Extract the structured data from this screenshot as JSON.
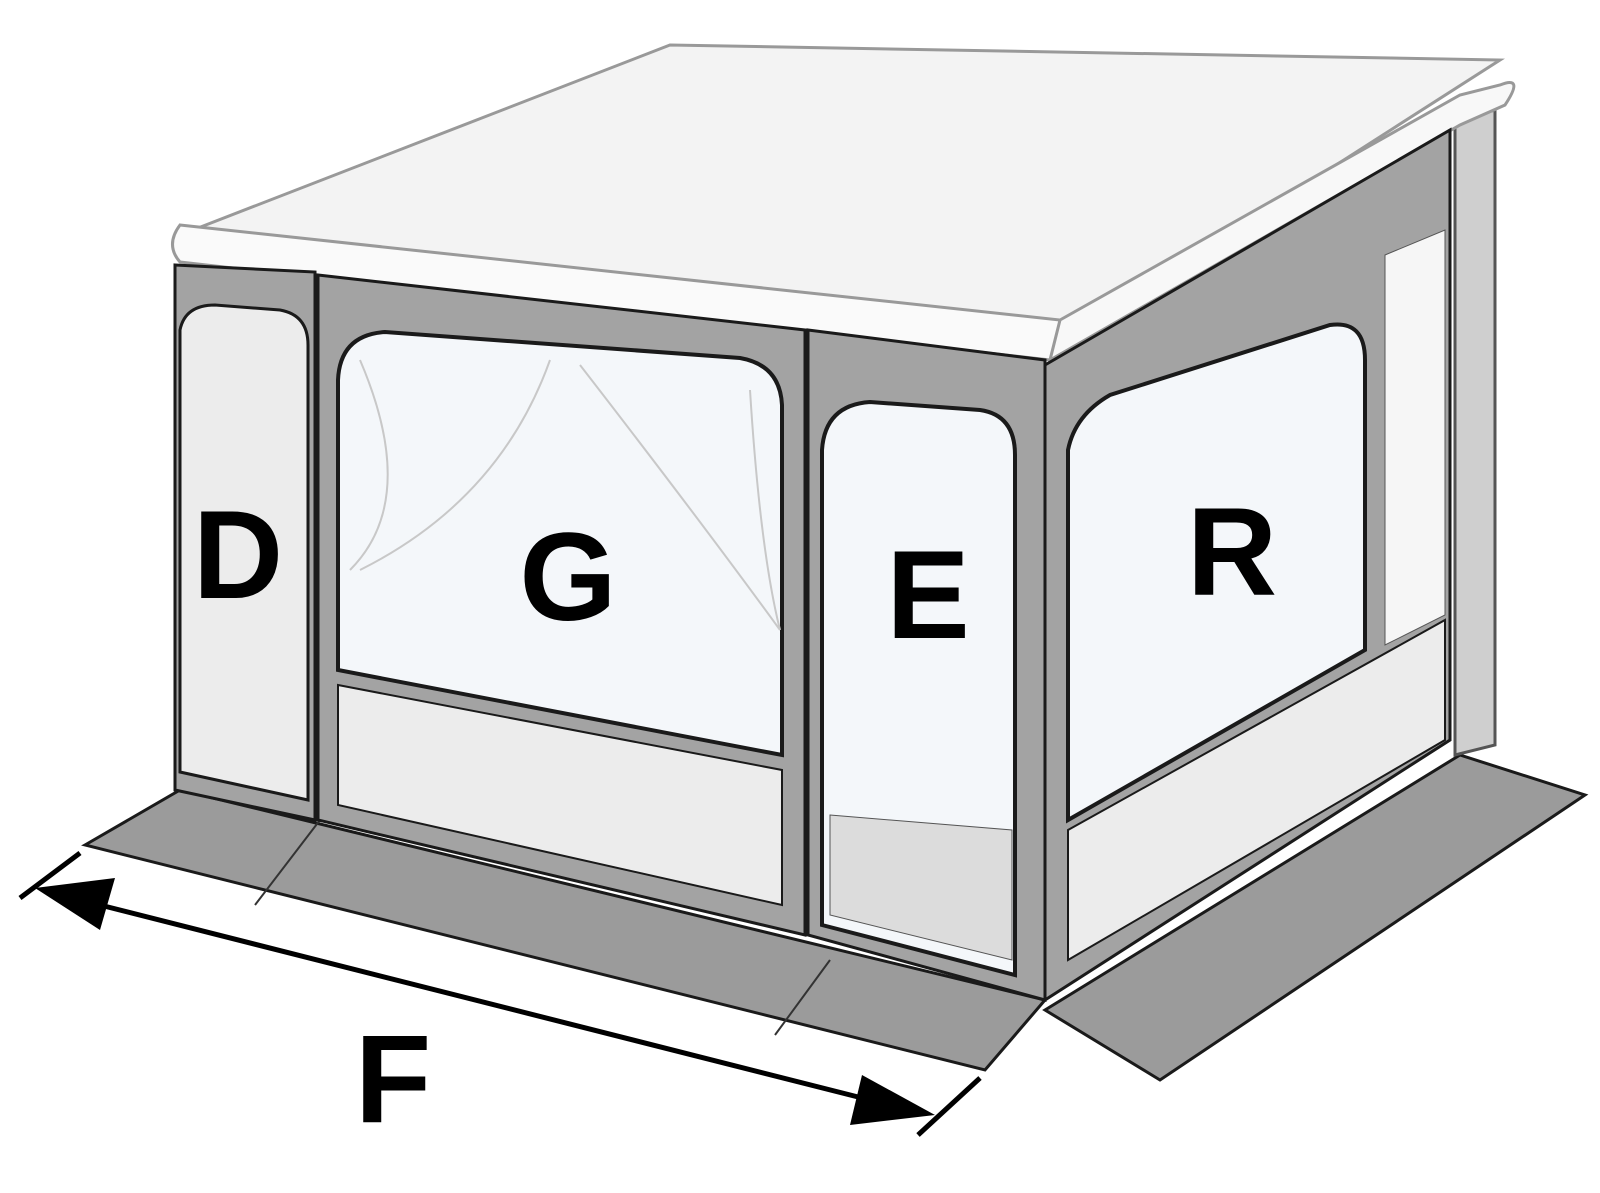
{
  "diagram": {
    "labels": {
      "front_side_panel": "D",
      "front_window_panel": "G",
      "front_door_panel": "E",
      "side_panel": "R",
      "front_width": "F"
    },
    "colors": {
      "frame": "#9a9a9a",
      "panel_fill": "#ececec",
      "window_fill": "#f4f7fa",
      "floor": "#9b9b9b",
      "roof": "#f3f3f3",
      "outline": "#1a1a1a"
    }
  }
}
